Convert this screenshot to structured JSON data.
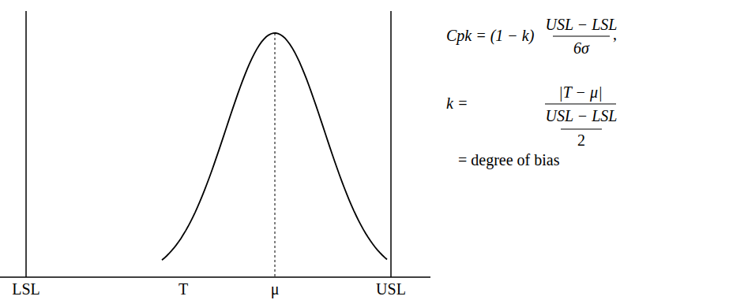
{
  "diagram": {
    "labels": [
      "LSL",
      "T",
      "μ",
      "USL",
      "Cpk = (1 − k)",
      "USL − LSL",
      "6σ",
      ",",
      "k =",
      "|T − μ|",
      "USL − LSL",
      "2",
      "= degree of bias"
    ]
  }
}
